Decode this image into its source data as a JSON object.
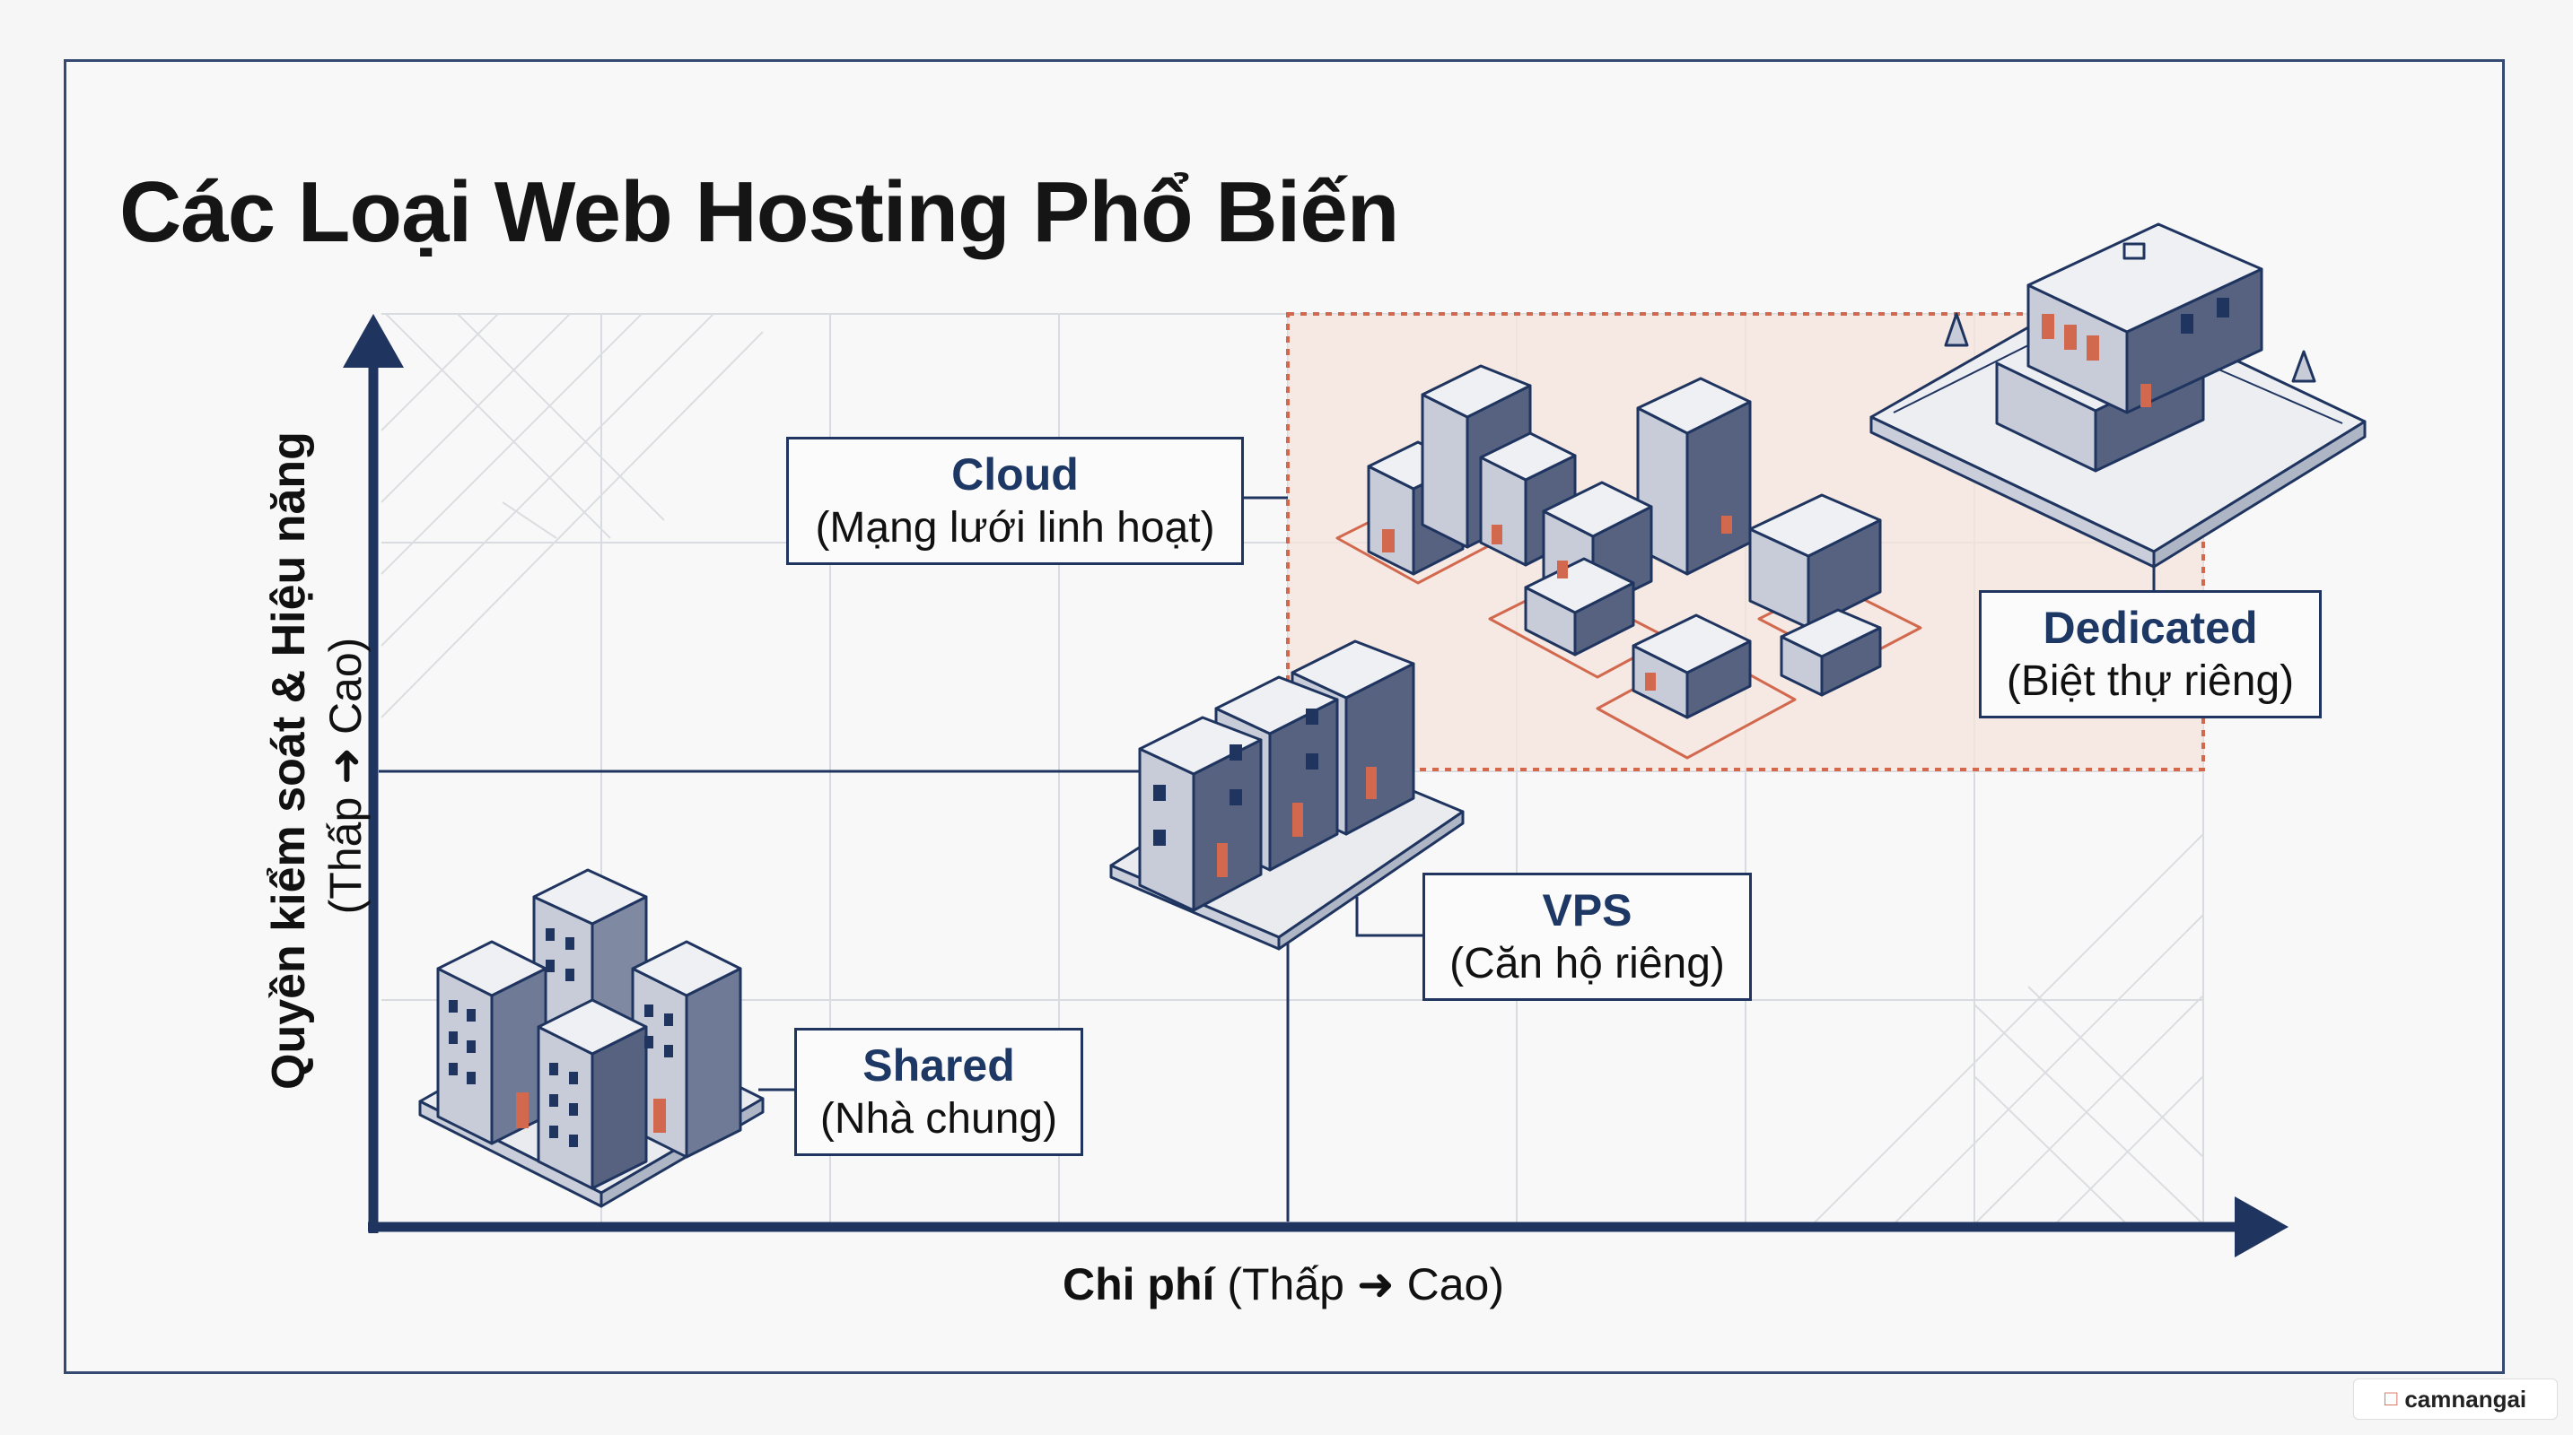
{
  "title": "Các Loại Web Hosting Phổ Biến",
  "axes": {
    "x_bold": "Chi phí",
    "x_rest": "(Thấp ➜ Cao)",
    "y_bold": "Quyền kiểm soát & Hiệu năng",
    "y_rest": "(Thấp ➜ Cao)"
  },
  "types": [
    {
      "name": "Shared",
      "desc": "(Nhà chung)"
    },
    {
      "name": "VPS",
      "desc": "(Căn hộ riêng)"
    },
    {
      "name": "Cloud",
      "desc": "(Mạng lưới linh hoạt)"
    },
    {
      "name": "Dedicated",
      "desc": "(Biệt thự riêng)"
    }
  ],
  "watermark": "camnangai",
  "colors": {
    "navy": "#1f3560",
    "accent": "#d2694f",
    "highlight": "#f6e3da"
  }
}
